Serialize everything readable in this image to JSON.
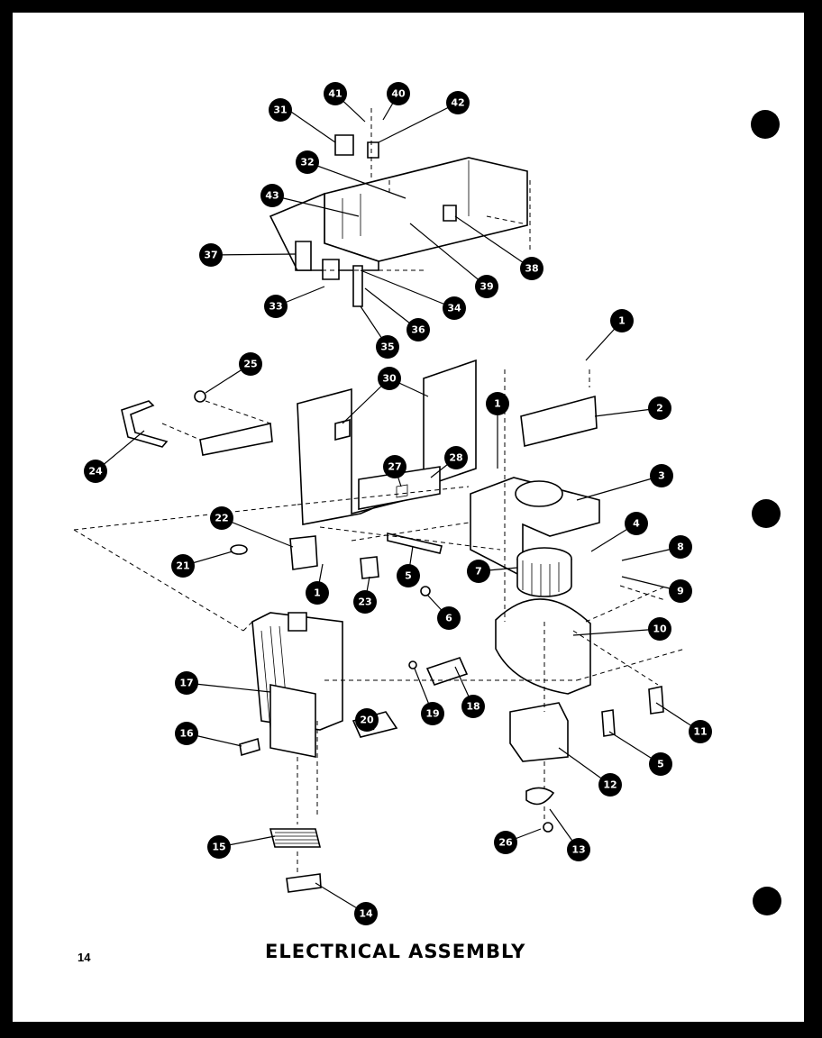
{
  "page": {
    "number": "14",
    "title": "ELECTRICAL ASSEMBLY"
  },
  "callouts": [
    {
      "label": "41"
    },
    {
      "label": "40"
    },
    {
      "label": "31"
    },
    {
      "label": "42"
    },
    {
      "label": "32"
    },
    {
      "label": "43"
    },
    {
      "label": "39"
    },
    {
      "label": "38"
    },
    {
      "label": "37"
    },
    {
      "label": "33"
    },
    {
      "label": "34"
    },
    {
      "label": "36"
    },
    {
      "label": "35"
    },
    {
      "label": "1"
    },
    {
      "label": "25"
    },
    {
      "label": "30"
    },
    {
      "label": "1"
    },
    {
      "label": "2"
    },
    {
      "label": "24"
    },
    {
      "label": "27"
    },
    {
      "label": "28"
    },
    {
      "label": "3"
    },
    {
      "label": "22"
    },
    {
      "label": "4"
    },
    {
      "label": "8"
    },
    {
      "label": "21"
    },
    {
      "label": "1"
    },
    {
      "label": "23"
    },
    {
      "label": "5"
    },
    {
      "label": "7"
    },
    {
      "label": "9"
    },
    {
      "label": "6"
    },
    {
      "label": "10"
    },
    {
      "label": "17"
    },
    {
      "label": "20"
    },
    {
      "label": "19"
    },
    {
      "label": "18"
    },
    {
      "label": "11"
    },
    {
      "label": "16"
    },
    {
      "label": "5"
    },
    {
      "label": "12"
    },
    {
      "label": "26"
    },
    {
      "label": "13"
    },
    {
      "label": "15"
    },
    {
      "label": "14"
    }
  ]
}
